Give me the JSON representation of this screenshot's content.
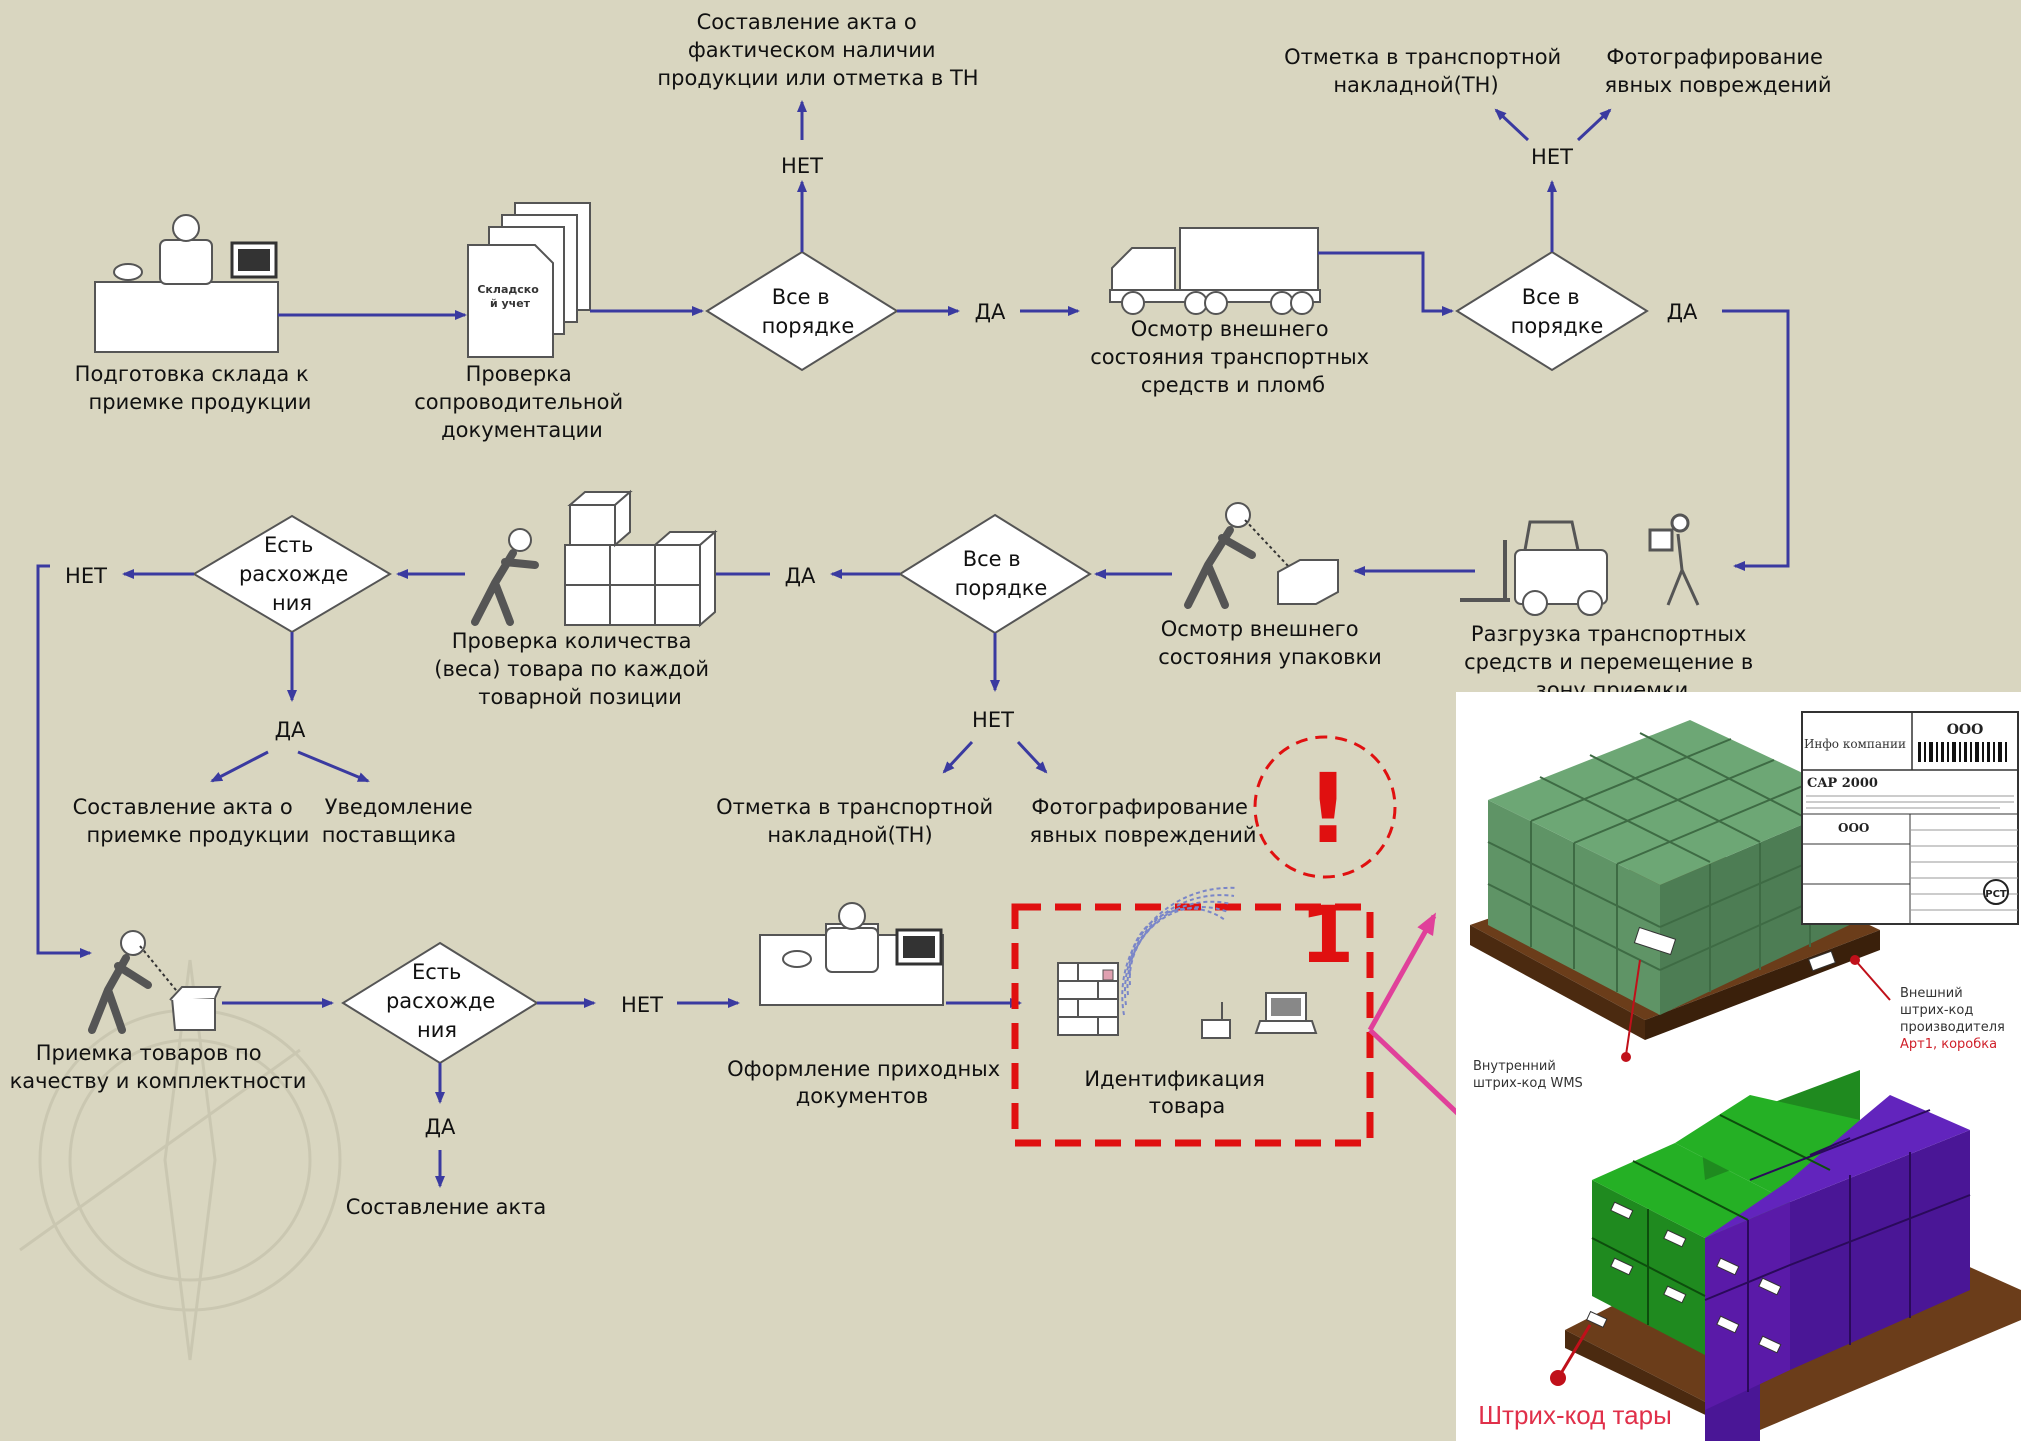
{
  "nodes": {
    "prep": [
      "Подготовка склада к",
      "приемке продукции"
    ],
    "docs_icon": [
      "Складско",
      "й учет"
    ],
    "docs": [
      "Проверка",
      "сопроводительной",
      "документации"
    ],
    "dec1": [
      "Все в",
      "порядке"
    ],
    "no1": "НЕТ",
    "act1": [
      "Составление акта о",
      "фактическом наличии",
      "продукции или отметка в ТН"
    ],
    "yes1": "ДА",
    "vehicle": [
      "Осмотр внешнего",
      "состояния транспортных",
      "средств и пломб"
    ],
    "dec2": [
      "Все в",
      "порядке"
    ],
    "no2": "НЕТ",
    "mark2": [
      "Отметка в транспортной",
      "накладной(ТН)"
    ],
    "photo2": [
      "Фотографирование",
      "явных повреждений"
    ],
    "yes2": "ДА",
    "unload": [
      "Разгрузка транспортных",
      "средств и перемещение в",
      "зону приемки"
    ],
    "pack": [
      "Осмотр внешнего",
      "состояния упаковки"
    ],
    "dec3": [
      "Все в",
      "порядке"
    ],
    "yes3": "ДА",
    "no3": "НЕТ",
    "mark3": [
      "Отметка в транспортной",
      "накладной(ТН)"
    ],
    "photo3": [
      "Фотографирование",
      "явных повреждений"
    ],
    "qty": [
      "Проверка количества",
      "(веса) товара по каждой",
      "товарной позиции"
    ],
    "dec4": [
      "Есть",
      "расхожде",
      "ния"
    ],
    "no4": "НЕТ",
    "yes4": "ДА",
    "act4": [
      "Составление акта о",
      "приемке продукции"
    ],
    "notify4": [
      "Уведомление",
      "поставщика"
    ],
    "quality": [
      "Приемка товаров по",
      "качеству и комплектности"
    ],
    "dec5": [
      "Есть",
      "расхожде",
      "ния"
    ],
    "no5": "НЕТ",
    "yes5": "ДА",
    "act5": "Составление акта",
    "income": [
      "Оформление приходных",
      "документов"
    ],
    "ident": [
      "Идентификация",
      "товара"
    ]
  },
  "callout": {
    "mark": "!",
    "number": "1"
  },
  "photo_top": {
    "inner_barcode": [
      "Внутренний",
      "штрих-код WMS"
    ],
    "outer_barcode": [
      "Внешний",
      "штрих-код",
      "производителя"
    ],
    "outer_barcode_red": "Арт1, коробка",
    "label_head": "Инфо компании",
    "label_code": "ООО",
    "label_title": "CAP 2000"
  },
  "photo_bottom": {
    "caption": "Штрих-код тары"
  },
  "colors": {
    "background": "#d9d6c0",
    "edge": "#3a3aa0",
    "highlight": "#e01010",
    "pink_arrow": "#e0409a",
    "green_box": "#5a9160",
    "bright_green": "#1fa01f",
    "purple": "#5a1aa8"
  }
}
